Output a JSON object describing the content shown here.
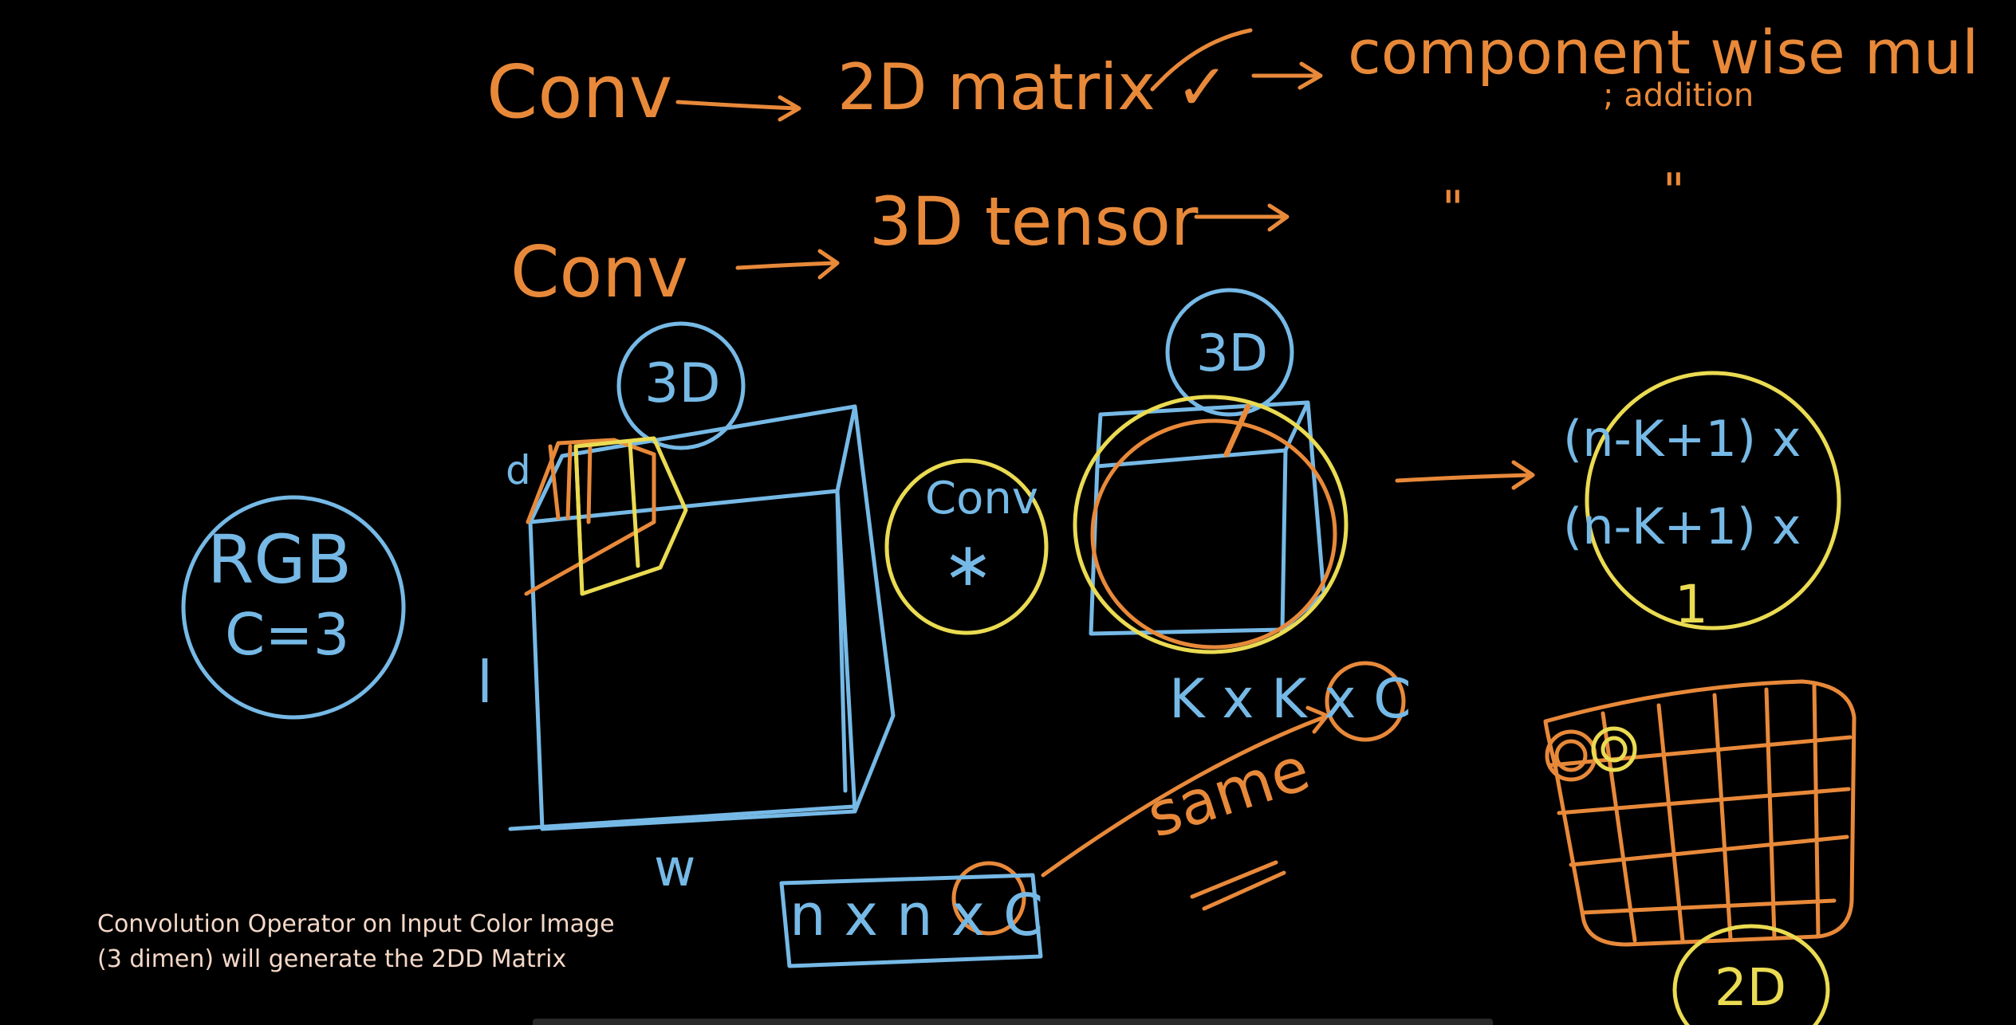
{
  "whiteboard": {
    "row1": {
      "op": "Conv",
      "arrow": "→",
      "object": "2D matrix ✓",
      "result": "component wise mul",
      "result_sub": "; addition"
    },
    "row2": {
      "op": "Conv",
      "arrow": "→",
      "object": "3D tensor",
      "ditto1": "\"",
      "ditto2": "\""
    },
    "input_tag": "3D",
    "input_dims": {
      "depth": "d",
      "length": "l",
      "width": "w"
    },
    "input_size": "n x n x C",
    "rgb_label": "RGB",
    "channels": "C=3",
    "op_label": "Conv",
    "op_symbol": "∗",
    "kernel_tag": "3D",
    "kernel_size": "K x K x C",
    "same": "same",
    "output_formula": [
      "(n-K+1) x",
      "(n-K+1) x",
      "1"
    ],
    "output_tag": "2D"
  },
  "caption": {
    "line1": "Convolution Operator on Input Color Image",
    "line2": "(3 dimen) will generate the 2DD Matrix"
  },
  "colors": {
    "orange": "#e8893a",
    "blue": "#76b9e6",
    "yellow": "#eadb52",
    "caption": "#f4d8c8",
    "background": "#000000"
  }
}
